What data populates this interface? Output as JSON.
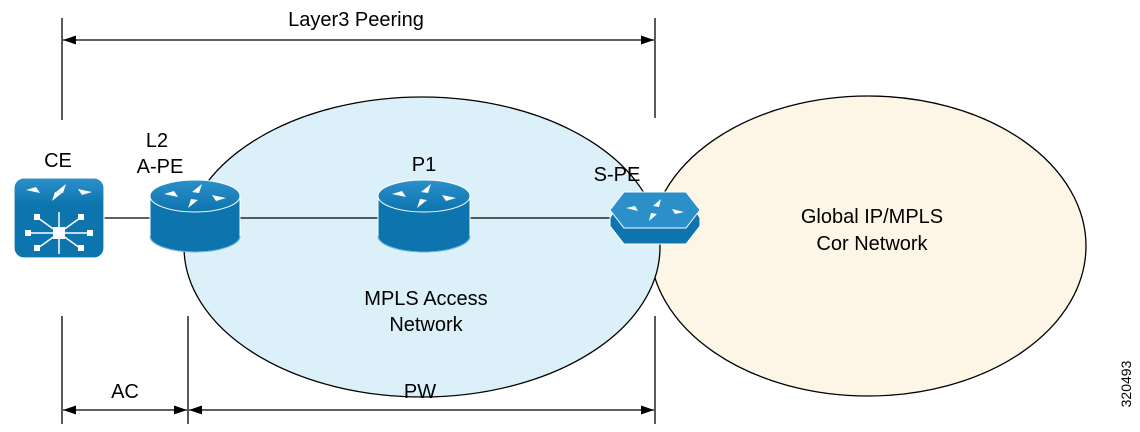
{
  "labels": {
    "layer3": "Layer3 Peering",
    "ce": "CE",
    "l2": "L2",
    "ape": "A-PE",
    "p1": "P1",
    "spe": "S-PE",
    "global_line1": "Global IP/MPLS",
    "global_line2": "Cor Network",
    "access_line1": "MPLS Access",
    "access_line2": "Network",
    "ac": "AC",
    "pw": "PW",
    "figure_id": "320493"
  },
  "colors": {
    "router_blue": "#0d74ae",
    "access_cloud_fill": "#dcf0f9",
    "global_cloud_fill": "#fdf5e6",
    "line": "#000000"
  },
  "icons": [
    "router-icon",
    "switch-router-icon",
    "hexagon-router-icon"
  ]
}
